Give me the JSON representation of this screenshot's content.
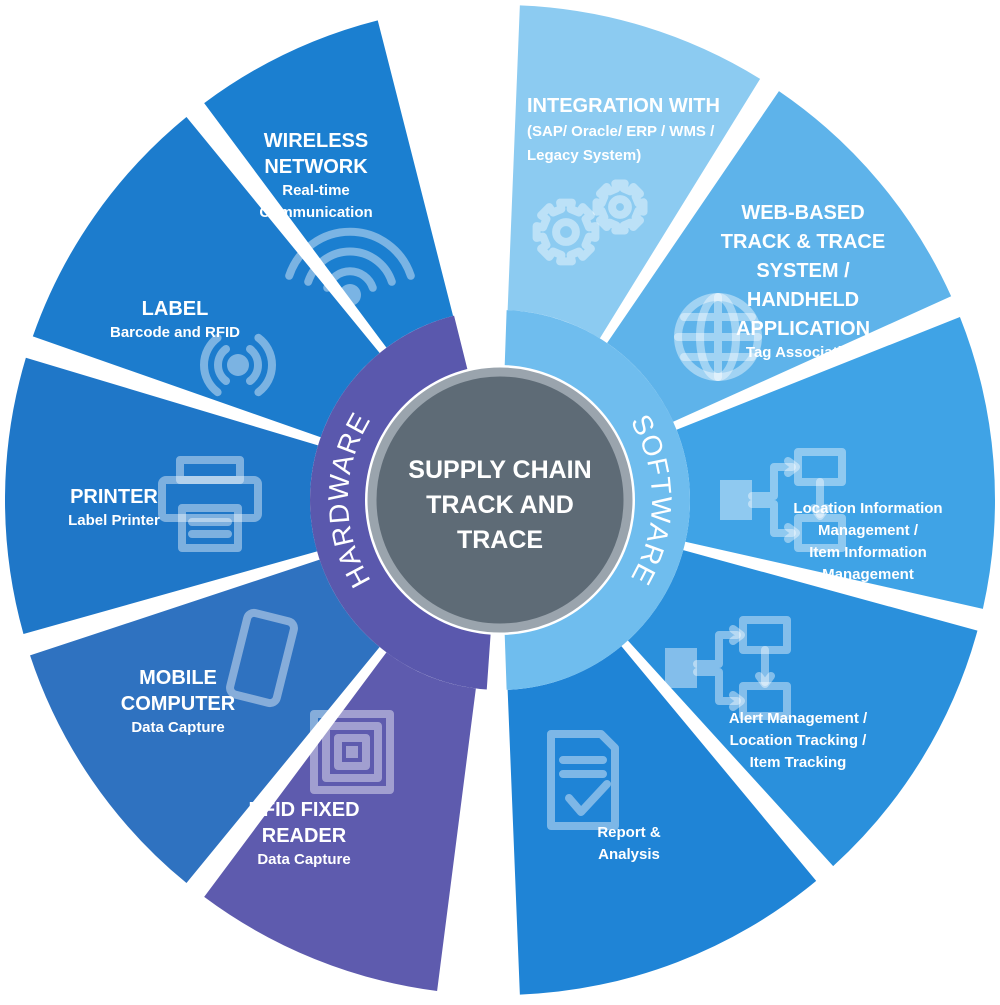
{
  "center": {
    "lines": [
      "SUPPLY CHAIN",
      "TRACK AND",
      "TRACE"
    ]
  },
  "ring": {
    "hardware": "HARDWARE",
    "software": "SOFTWARE"
  },
  "hardware": [
    {
      "title": [
        "WIRELESS",
        "NETWORK"
      ],
      "sub": [
        "Real-time",
        "Communication"
      ],
      "icon": "wifi-icon"
    },
    {
      "title": [
        "LABEL"
      ],
      "sub": [
        "Barcode and RFID"
      ],
      "icon": "rfid-signal-icon"
    },
    {
      "title": [
        "PRINTER"
      ],
      "sub": [
        "Label Printer"
      ],
      "icon": "printer-icon"
    },
    {
      "title": [
        "MOBILE",
        "COMPUTER"
      ],
      "sub": [
        "Data Capture"
      ],
      "icon": "smartphone-icon"
    },
    {
      "title": [
        "RFID FIXED",
        "READER"
      ],
      "sub": [
        "Data Capture"
      ],
      "icon": "rfid-tag-icon"
    }
  ],
  "software": [
    {
      "title": [
        "INTEGRATION WITH"
      ],
      "sub": [
        "(SAP/ Oracle/ ERP / WMS /",
        "Legacy System)"
      ],
      "icon": "gears-icon"
    },
    {
      "title": [
        "WEB-BASED",
        "TRACK & TRACE",
        "SYSTEM /",
        "HANDHELD",
        "APPLICATION"
      ],
      "sub": [
        "Tag Association"
      ],
      "icon": "globe-icon"
    },
    {
      "title": [],
      "sub": [
        "Location Information",
        "Management /",
        "Item Information",
        "Management"
      ],
      "icon": "flowchart-icon"
    },
    {
      "title": [],
      "sub": [
        "Alert Management /",
        "Location Tracking /",
        "Item Tracking"
      ],
      "icon": "flowchart-icon"
    },
    {
      "title": [],
      "sub": [
        "Report &",
        "Analysis"
      ],
      "icon": "report-checklist-icon"
    }
  ],
  "colors": {
    "hardware": [
      "#1b7fd0",
      "#1c7ccd",
      "#1f77c8",
      "#2f72c0",
      "#5e5bae"
    ],
    "software": [
      "#8ccbf1",
      "#5eb3ea",
      "#3fa3e6",
      "#2a90dc",
      "#1f84d6"
    ],
    "hardware_ring": "#5a58ad",
    "software_ring": "#6fbdee",
    "center": "#5e6b76",
    "center_border": "#9aa4ad"
  }
}
